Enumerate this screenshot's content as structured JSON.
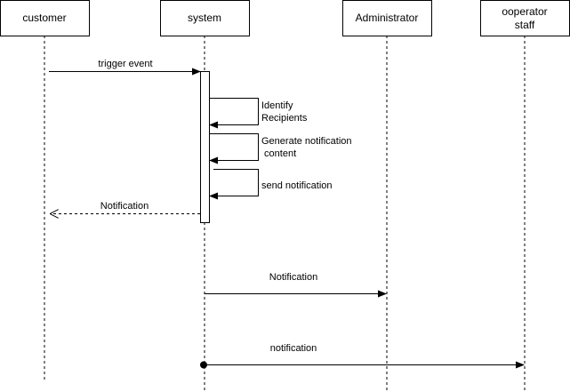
{
  "participants": {
    "customer": {
      "label": "customer"
    },
    "system": {
      "label": "system"
    },
    "administrator": {
      "label": "Administrator"
    },
    "operator": {
      "label_line1": "ooperator",
      "label_line2": "staff"
    }
  },
  "messages": {
    "trigger_event": "trigger event",
    "identify_line1": "Identify",
    "identify_line2": "Recipients",
    "generate_line1": "Generate notification",
    "generate_line2": " content",
    "send_notification": "send notification",
    "return_notification": "Notification",
    "admin_notification": "Notification",
    "operator_notification": "notification"
  }
}
